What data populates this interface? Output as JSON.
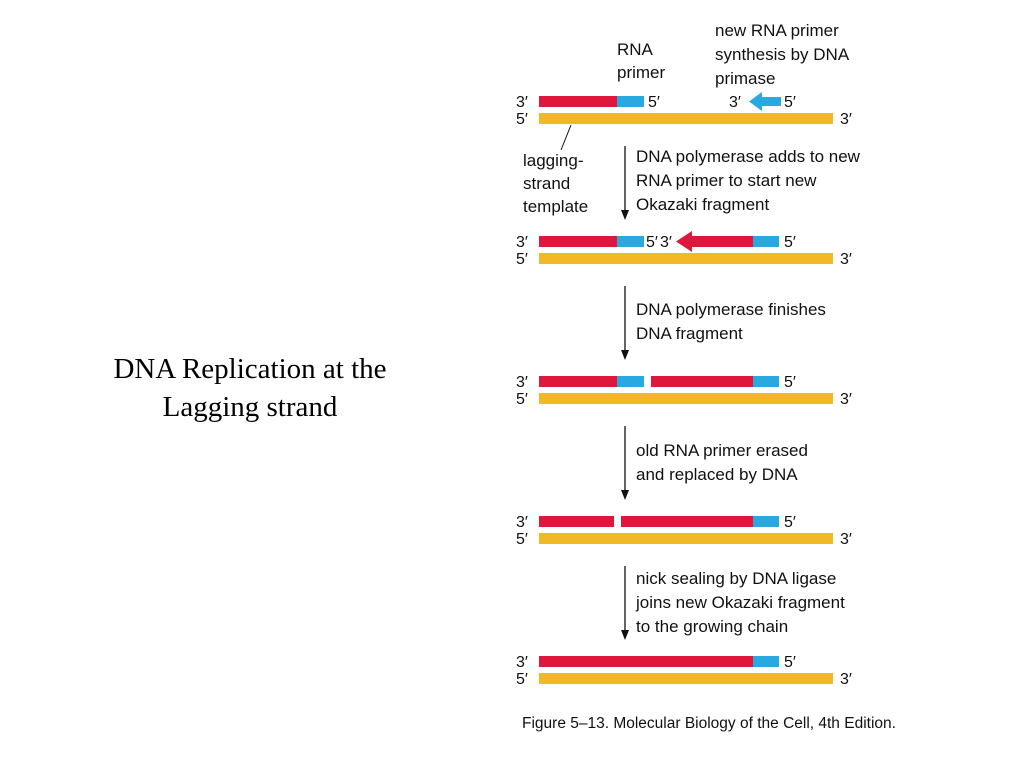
{
  "slide": {
    "title_line1": "DNA Replication at the",
    "title_line2": "Lagging strand"
  },
  "labels": {
    "rna_primer": [
      "RNA",
      "primer"
    ],
    "new_primer": [
      "new RNA primer",
      "synthesis by DNA",
      "primase"
    ],
    "template": [
      "lagging-",
      "strand",
      "template"
    ]
  },
  "ends": {
    "three": "3′",
    "five": "5′"
  },
  "steps": [
    [
      "DNA polymerase adds to new",
      "RNA primer to start new",
      "Okazaki fragment"
    ],
    [
      "DNA polymerase finishes",
      "DNA fragment"
    ],
    [
      "old RNA primer erased",
      "and replaced by DNA"
    ],
    [
      "nick sealing by DNA ligase",
      "joins new Okazaki fragment",
      "to the growing chain"
    ]
  ],
  "caption": "Figure 5–13. Molecular Biology of the Cell, 4th Edition.",
  "colors": {
    "dna": "#e0173c",
    "rna": "#2aa9e0",
    "template": "#f2b826",
    "text": "#111111"
  }
}
